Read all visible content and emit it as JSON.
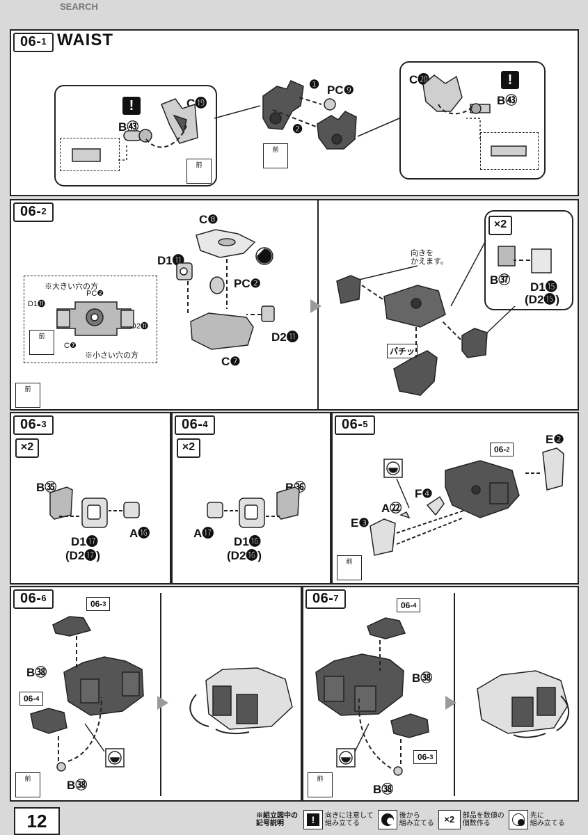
{
  "header": {
    "watermark": "SEARCH"
  },
  "steps": {
    "s06_1": {
      "num": "06-",
      "sub": "1",
      "title": "WAIST",
      "labels": {
        "c19": "C⓳",
        "b43_left": "B㊸",
        "pc9": "PC❾",
        "c20": "C⓴",
        "b43_right": "B㊸",
        "one": "❶",
        "two": "❷"
      }
    },
    "s06_2": {
      "num": "06-",
      "sub": "2",
      "labels": {
        "c8": "C❽",
        "d1_11": "D1⓫",
        "pc2": "PC❷",
        "d2_11": "D2⓫",
        "c7": "C❼",
        "b37": "B㊲",
        "d1_15": "D1⓯",
        "d2_15": "(D2⓯)",
        "note_large": "※大きい穴の方",
        "note_small": "※小さい穴の方",
        "inset_pc2": "PC❷",
        "inset_d1": "D1⓫",
        "inset_d2": "D2⓫",
        "inset_c7": "C❼",
        "muki": "向きを\nかえます。",
        "pachi": "パチッ"
      }
    },
    "s06_3": {
      "num": "06-",
      "sub": "3",
      "labels": {
        "b35": "B㉟",
        "a16": "A⓰",
        "d1_17": "D1⓱",
        "d2_17": "(D2⓱)"
      }
    },
    "s06_4": {
      "num": "06-",
      "sub": "4",
      "labels": {
        "b36": "B㊱",
        "a17": "A⓱",
        "d1_16": "D1⓰",
        "d2_16": "(D2⓰)"
      }
    },
    "s06_5": {
      "num": "06-",
      "sub": "5",
      "labels": {
        "e2": "E❷",
        "f4": "F❹",
        "a22": "A㉒",
        "e3": "E❸"
      },
      "ref": {
        "num": "06-",
        "sub": "2"
      }
    },
    "s06_6": {
      "num": "06-",
      "sub": "6",
      "labels": {
        "b38_top": "B㊳",
        "b38_bottom": "B㊳"
      },
      "ref_top": {
        "num": "06-",
        "sub": "3"
      },
      "ref_mid": {
        "num": "06-",
        "sub": "4"
      }
    },
    "s06_7": {
      "num": "06-",
      "sub": "7",
      "labels": {
        "b38_top": "B㊳",
        "b38_bottom": "B㊳"
      },
      "ref_top": {
        "num": "06-",
        "sub": "4"
      },
      "ref_mid": {
        "num": "06-",
        "sub": "3"
      }
    }
  },
  "common": {
    "front_label": "前",
    "x2_label": "×2",
    "warn_glyph": "!"
  },
  "footer": {
    "page_number": "12",
    "legend_title": "※組立図中の\n記号説明",
    "items": [
      {
        "icon": "warn-icon",
        "text": "向きに注意して\n組み立てる"
      },
      {
        "icon": "back-icon",
        "text": "後から\n組み立てる"
      },
      {
        "icon": "x2-icon",
        "label": "×2",
        "text": "部品を数値の\n個数作る"
      },
      {
        "icon": "first-icon",
        "text": "先に\n組み立てる"
      }
    ]
  },
  "colors": {
    "part_dark": "#555555",
    "part_light": "#cfcfcf",
    "line": "#222222",
    "arrow": "#9a9a9a"
  }
}
